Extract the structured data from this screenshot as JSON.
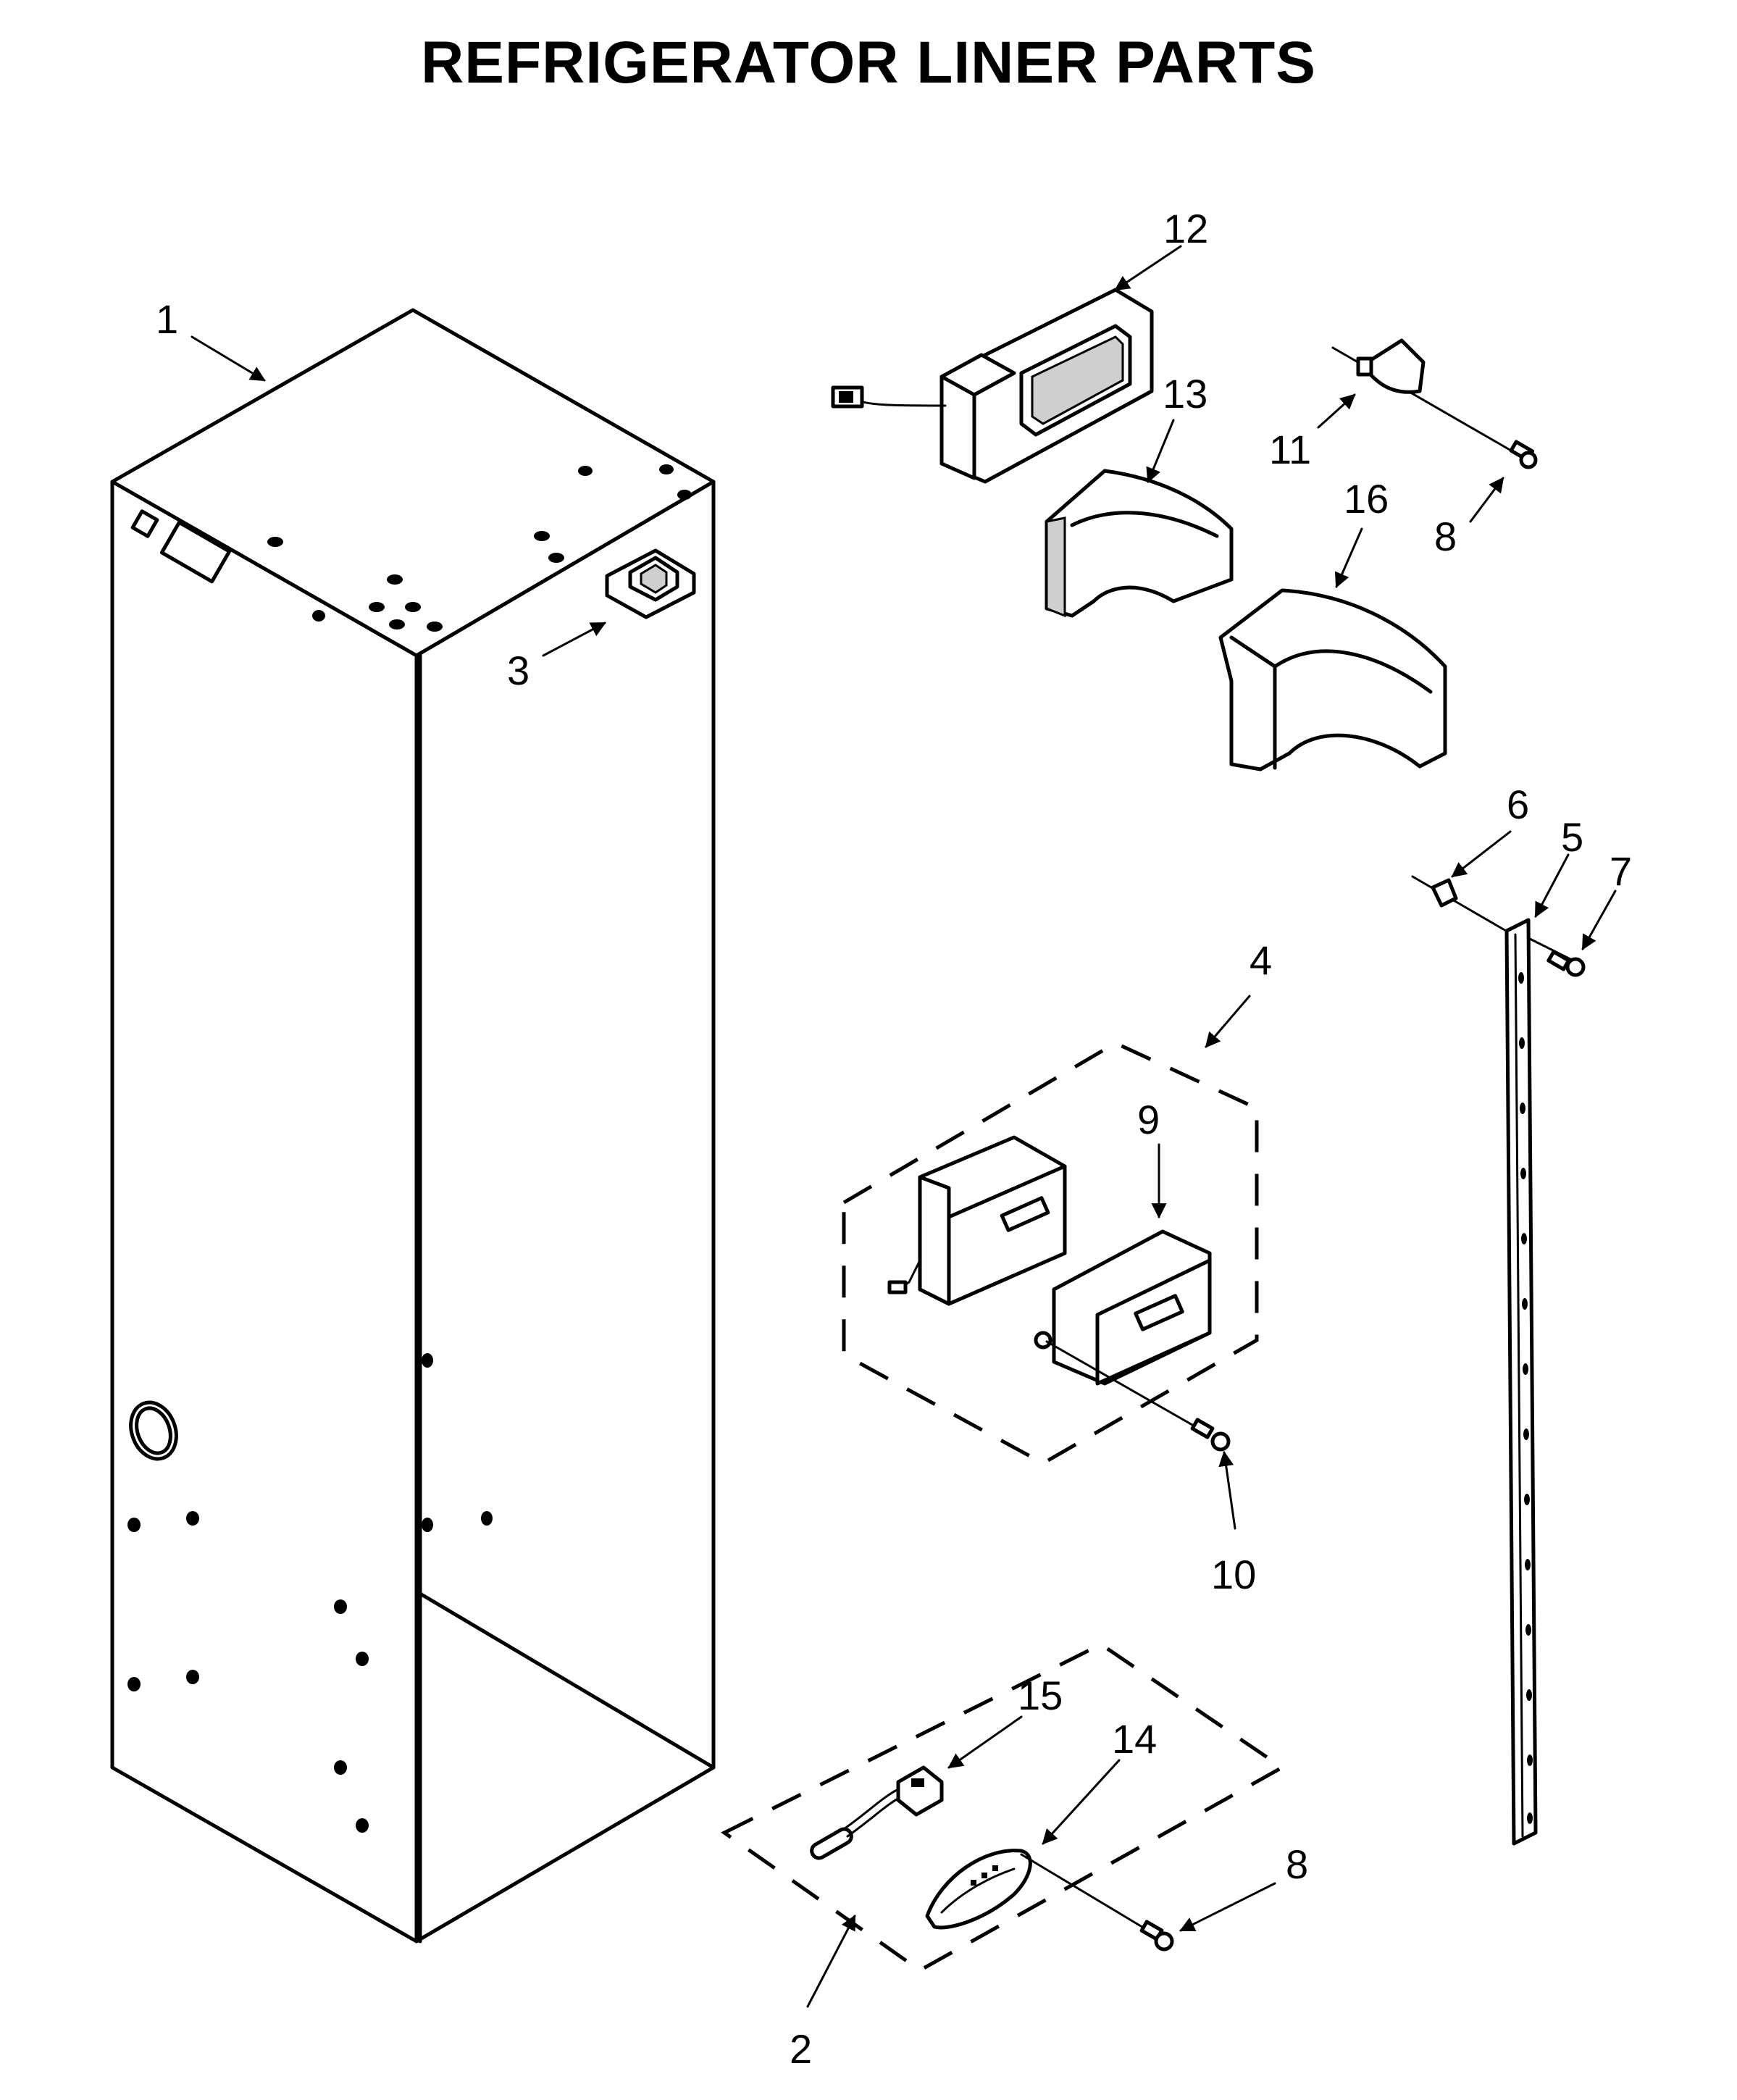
{
  "title": "REFRIGERATOR LINER PARTS",
  "callouts": {
    "c1": "1",
    "c2": "2",
    "c3": "3",
    "c4": "4",
    "c5": "5",
    "c6": "6",
    "c7": "7",
    "c8a": "8",
    "c8b": "8",
    "c9": "9",
    "c10": "10",
    "c11": "11",
    "c12": "12",
    "c13": "13",
    "c14": "14",
    "c15": "15",
    "c16": "16"
  },
  "colors": {
    "line": "#000000",
    "background": "#ffffff"
  }
}
